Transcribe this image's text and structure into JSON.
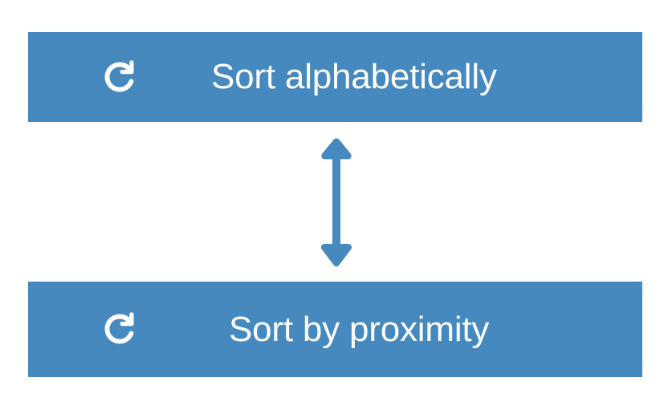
{
  "screen": {
    "background_color": "#ffffff",
    "accent_color": "#4589BF",
    "label_color": "#ffffff"
  },
  "sort_toggle": {
    "options": [
      {
        "id": "alphabetical",
        "label": "Sort alphabetically",
        "icon": "rotate-clockwise-icon",
        "background_color": "#4589BF",
        "text_color": "#ffffff"
      },
      {
        "id": "proximity",
        "label": "Sort by proximity",
        "icon": "rotate-clockwise-icon",
        "background_color": "#4589BF",
        "text_color": "#ffffff"
      }
    ],
    "connector": {
      "icon": "double-headed-vertical-arrow-icon",
      "color": "#4589BF"
    }
  }
}
